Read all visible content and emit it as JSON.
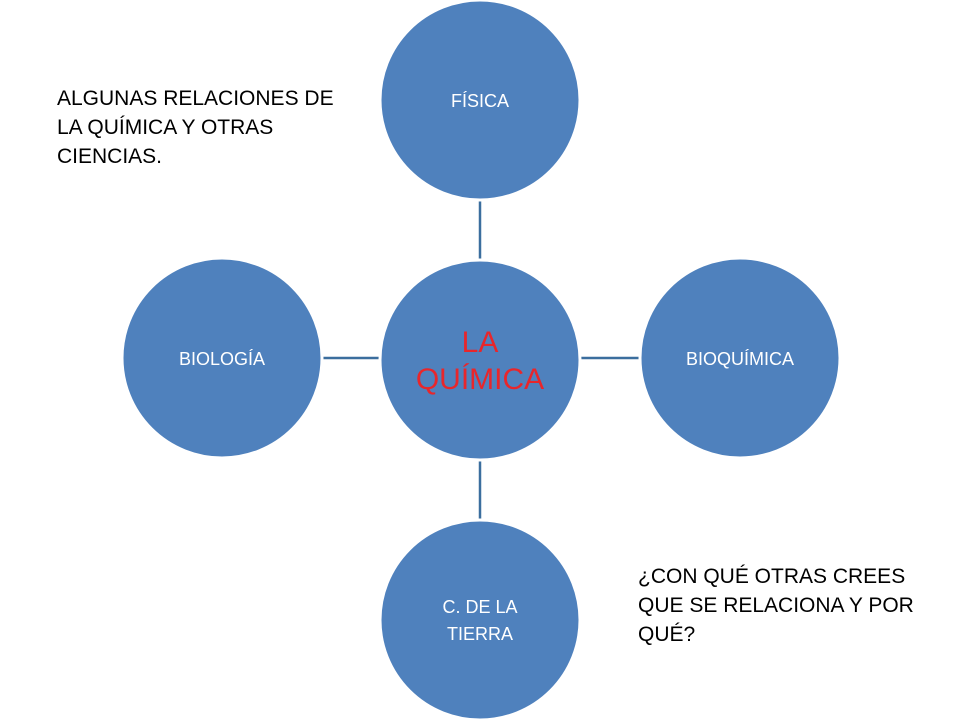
{
  "captions": {
    "top": "ALGUNAS RELACIONES DE\nLA QUÍMICA Y OTRAS\nCIENCIAS.",
    "bottom": "¿CON QUÉ OTRAS CREES\nQUE SE RELACIONA Y POR\nQUÉ?"
  },
  "diagram": {
    "center": {
      "line1": "LA",
      "line2": "QUÍMICA"
    },
    "nodes": {
      "top": "FÍSICA",
      "right": "BIOQUÍMICA",
      "bottom_line1": "C. DE LA",
      "bottom_line2": "TIERRA",
      "left": "BIOLOGÍA"
    }
  },
  "colors": {
    "circle_fill": "#4f81bd",
    "circle_stroke": "#ffffff",
    "connector": "#3b6e9e",
    "center_text": "#e8262b"
  }
}
